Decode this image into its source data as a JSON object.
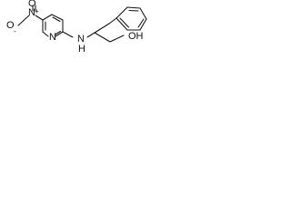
{
  "structure": {
    "atoms": {
      "nitro_o_left": "O",
      "nitro_minus": "-",
      "nitro_n": "N",
      "nitro_plus": "+",
      "nitro_o_top": "O",
      "ring_n": "N",
      "amine_n": "N",
      "amine_h": "H",
      "hydroxyl": "OH"
    }
  }
}
